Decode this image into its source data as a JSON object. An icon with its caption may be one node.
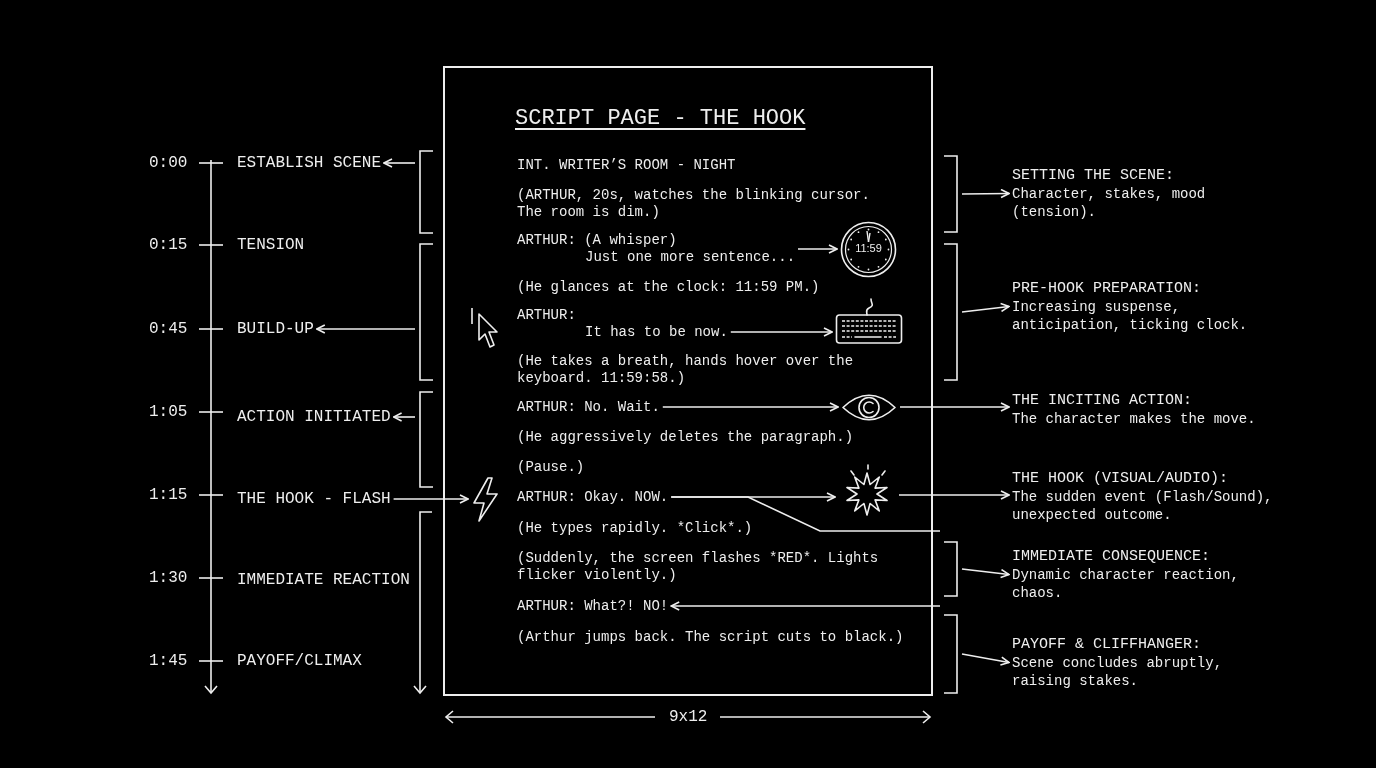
{
  "diagram": {
    "nodes": [
      {
        "text": [
          "SCRIPT PAGE - THE HOOK"
        ]
      },
      {
        "text": [
          "INT. WRITER’S ROOM - NIGHT"
        ],
        "in": 0
      },
      {
        "text": [
          "(ARTHUR, 20s, watches the blinking cursor. The room is dim.)"
        ],
        "in": 0
      },
      {
        "text": [
          "ARTHUR: (A whisper)",
          "Just one more sentence..."
        ],
        "in": 0
      },
      {
        "text": [
          "11:59"
        ],
        "in": 0
      },
      {
        "text": [
          "(He glances at the clock: 11:59 PM.)"
        ],
        "in": 0
      },
      {
        "text": [
          "ARTHUR:",
          "It has to be now."
        ],
        "in": 0
      },
      {
        "text": [],
        "shape": "picture",
        "in": 0
      },
      {
        "text": [
          "(He takes a breath, hands hover over the keyboard. 11:59:58.)"
        ],
        "in": 0
      },
      {
        "text": [
          "ARTHUR: No. Wait."
        ],
        "in": 0
      },
      {
        "text": [],
        "shape": "picture",
        "in": 0
      },
      {
        "text": [
          "(He aggressively deletes the paragraph.)"
        ],
        "in": 0
      },
      {
        "text": [
          "(Pause.)"
        ],
        "in": 0
      },
      {
        "text": [],
        "shape": "picture",
        "in": 0
      },
      {
        "text": [
          "ARTHUR: Okay. NOW."
        ],
        "in": 0
      },
      {
        "text": [],
        "shape": "picture",
        "in": 0
      },
      {
        "text": [
          "(He types rapidly. *Click*.)"
        ],
        "in": 0
      },
      {
        "text": [
          "(Suddenly, the screen flashes *RED*. Lights flicker violently.)"
        ],
        "in": 0
      },
      {
        "text": [
          "ARTHUR: What?! NO!"
        ],
        "in": 0
      },
      {
        "text": [
          "(Arthur jumps back. The script cuts to black.)"
        ],
        "in": 0
      },
      {
        "text": [
          "ESTABLISH SCENE"
        ]
      },
      {
        "text": [
          "TENSION"
        ]
      },
      {
        "text": [
          "BUILD-UP"
        ]
      },
      {
        "text": [
          "ACTION INITIATED"
        ]
      },
      {
        "text": [
          "THE HOOK - FLASH"
        ]
      },
      {
        "text": [
          "IMMEDIATE REACTION"
        ]
      },
      {
        "text": [
          "PAYOFF/CLIMAX"
        ]
      },
      {
        "text": [],
        "shape": "bracket"
      },
      {
        "text": [],
        "shape": "bracket"
      },
      {
        "text": [],
        "shape": "bracket"
      },
      {
        "text": [],
        "shape": "bracket"
      },
      {
        "text": [],
        "shape": "bracket"
      },
      {
        "text": [],
        "shape": "bracket"
      },
      {
        "text": [],
        "shape": "bracket"
      },
      {
        "text": [
          "SETTING THE SCENE:",
          "Character, stakes, mood (tension)."
        ]
      },
      {
        "text": [
          "PRE-HOOK PREPARATION:",
          "Increasing suspense, anticipation, ticking clock."
        ]
      },
      {
        "text": [
          "THE INCITING ACTION:",
          "The character makes the move."
        ]
      },
      {
        "text": [
          "THE HOOK (VISUAL/AUDIO):",
          "The sudden event (Flash/Sound), unexpected outcome."
        ]
      },
      {
        "text": [
          "IMMEDIATE CONSEQUENCE:",
          "Dynamic character reaction, chaos."
        ]
      },
      {
        "text": [
          "PAYOFF & CLIFFHANGER:",
          "Scene concludes abruptly, raising stakes."
        ]
      }
    ],
    "edges": [
      {
        "from": 3,
        "to": 4,
        "arrow": "to"
      },
      {
        "from": 6,
        "to": 7,
        "arrow": "to"
      },
      {
        "from": 9,
        "to": 10,
        "arrow": "to"
      },
      {
        "from": 14,
        "to": 15,
        "arrow": "to"
      },
      {
        "from": 14,
        "to": 32,
        "arrow": "none"
      },
      {
        "from": 32,
        "to": 18,
        "arrow": "to"
      },
      {
        "from": 10,
        "to": 36,
        "arrow": "to"
      },
      {
        "from": 15,
        "to": 37,
        "arrow": "to"
      },
      {
        "from": 27,
        "to": 20,
        "arrow": "to"
      },
      {
        "from": 28,
        "to": 22,
        "arrow": "to"
      },
      {
        "from": 29,
        "to": 23,
        "arrow": "to"
      },
      {
        "from": 24,
        "to": 13,
        "arrow": "to"
      },
      {
        "from": 30,
        "to": 34,
        "arrow": "to"
      },
      {
        "from": 31,
        "to": 35,
        "arrow": "to"
      },
      {
        "from": 32,
        "to": 38,
        "arrow": "to"
      },
      {
        "from": 33,
        "to": 39,
        "arrow": "to"
      }
    ],
    "labels": [
      "0:00",
      "0:15",
      "0:45",
      "1:05",
      "1:15",
      "1:30",
      "1:45",
      "9x12"
    ]
  }
}
